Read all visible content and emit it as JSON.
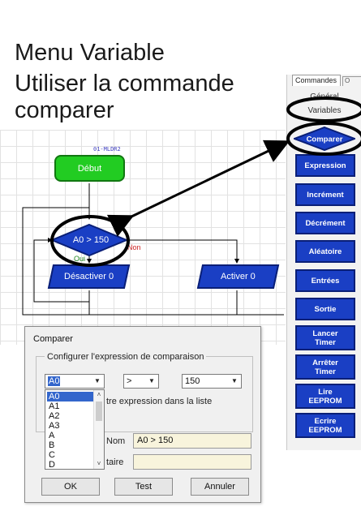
{
  "slide": {
    "title_lines": [
      "Menu Variable",
      "Utiliser la commande",
      "comparer"
    ]
  },
  "flowchart": {
    "program_id": "01-MLDR2",
    "start_label": "Début",
    "condition_label": "A0 > 150",
    "no_label": "Non",
    "yes_label": "Oui",
    "action_left": "Désactiver 0",
    "action_right": "Activer 0"
  },
  "panel": {
    "tab_label": "Commandes",
    "tab2_label": "O",
    "general_label": "Général",
    "variables_label": "Variables",
    "buttons": [
      "Comparer",
      "Expression",
      "Incrément",
      "Décrément",
      "Aléatoire",
      "Entrées",
      "Sortie"
    ],
    "buttons_two_line": [
      {
        "line1": "Lancer",
        "line2": "Timer"
      },
      {
        "line1": "Arrêter",
        "line2": "Timer"
      },
      {
        "line1": "Lire",
        "line2": "EEPROM"
      },
      {
        "line1": "Ecrire",
        "line2": "EEPROM"
      }
    ]
  },
  "dialog": {
    "title": "Comparer",
    "group_label": "Configurer l'expression de comparaison",
    "variable_value": "A0",
    "operator_value": ">",
    "operand_value": "150",
    "dropdown_options": [
      "A0",
      "A1",
      "A2",
      "A3",
      "A",
      "B",
      "C",
      "D"
    ],
    "hint_text": "tre expression dans la liste",
    "name_label": "Nom",
    "name_value": "A0 > 150",
    "comment_label": "taire",
    "comment_value": "",
    "ok_label": "OK",
    "test_label": "Test",
    "cancel_label": "Annuler"
  },
  "colors": {
    "flow_blue": "#1a3fc4",
    "start_green": "#22cc22",
    "highlight": "#000000",
    "field_bg": "#f8f4dc"
  }
}
